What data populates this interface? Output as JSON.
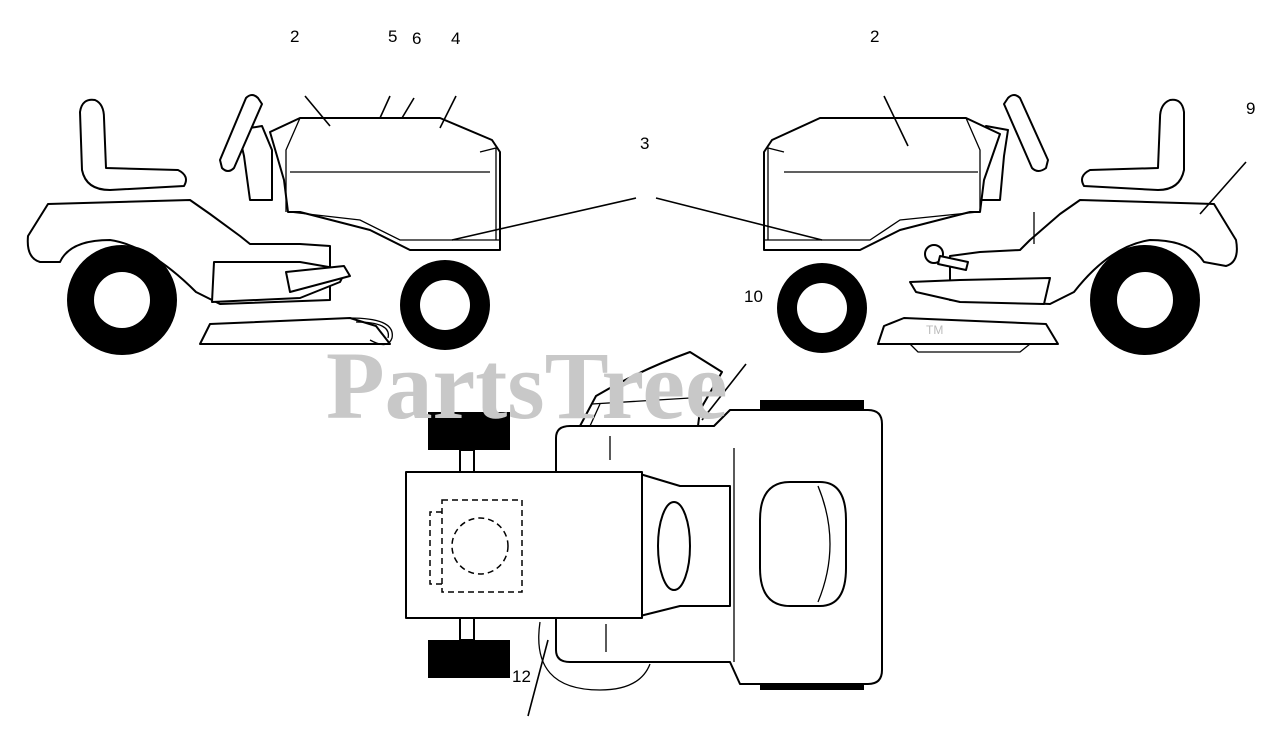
{
  "watermark": {
    "text": "PartsTree",
    "trademark": "TM"
  },
  "callouts": {
    "left_2": "2",
    "left_5": "5",
    "left_6": "6",
    "left_4": "4",
    "center_3": "3",
    "right_2": "2",
    "right_9": "9",
    "right_10": "10",
    "bottom_12": "12"
  }
}
